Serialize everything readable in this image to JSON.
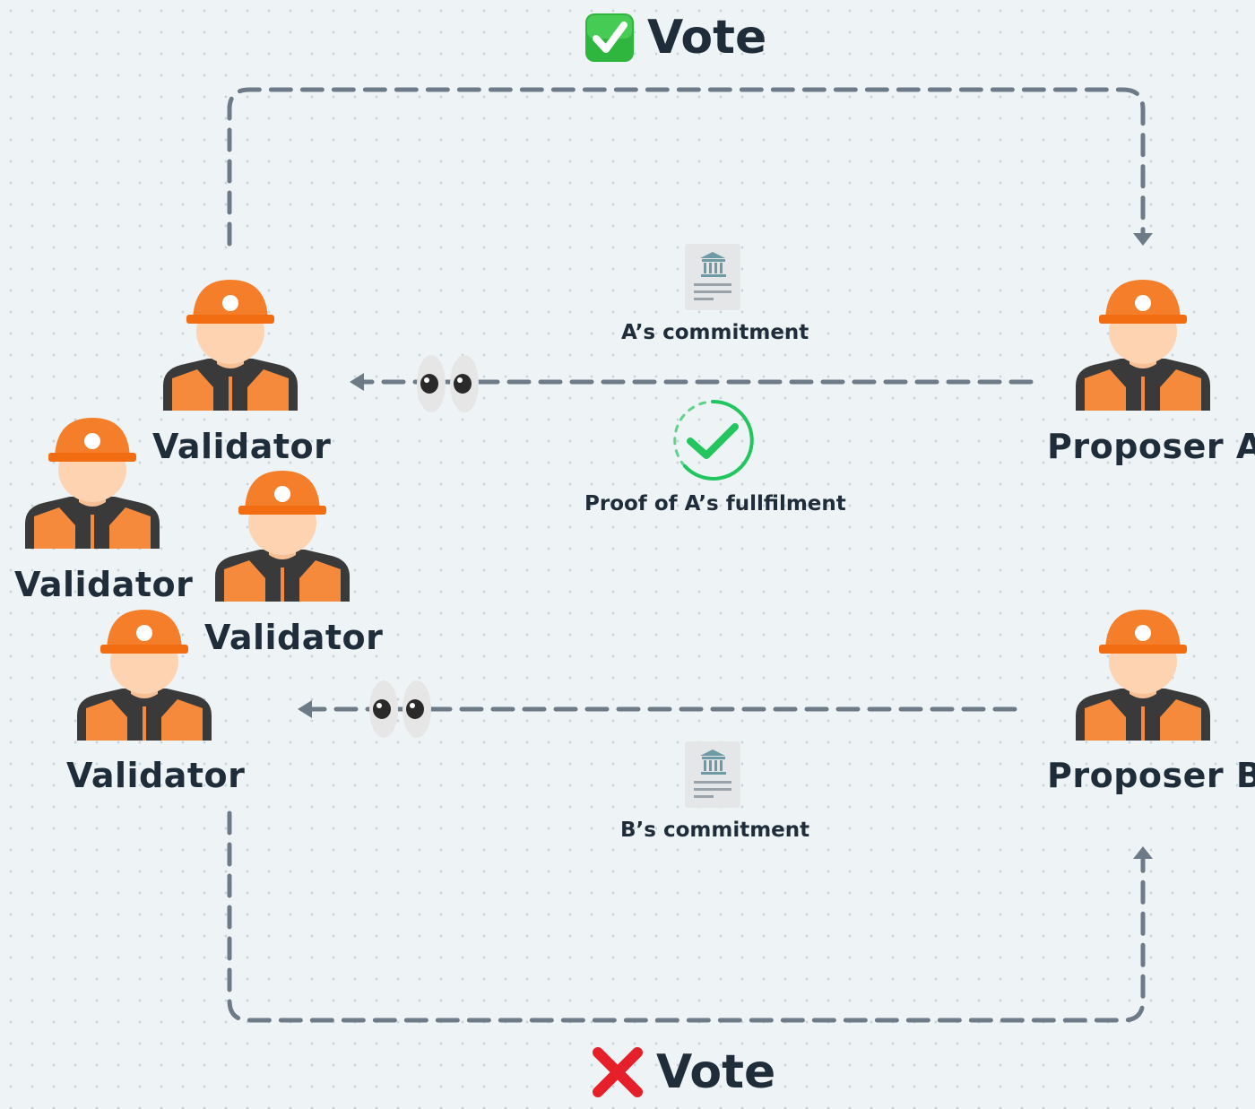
{
  "title_top": {
    "emoji": "check-mark-button-emoji",
    "text": "Vote"
  },
  "title_bottom": {
    "emoji": "cross-mark-emoji",
    "text": "Vote"
  },
  "validators": [
    {
      "label": "Validator"
    },
    {
      "label": "Validator"
    },
    {
      "label": "Validator"
    },
    {
      "label": "Validator"
    }
  ],
  "proposers": [
    {
      "label": "Proposer A"
    },
    {
      "label": "Proposer B"
    }
  ],
  "commitments": {
    "a": "A’s commitment",
    "b": "B’s commitment"
  },
  "proof": {
    "label": "Proof of A’s fullfilment",
    "icon": "check-circle-icon"
  },
  "colors": {
    "background": "#eef3f6",
    "helmet": "#f57e2a",
    "skin": "#fdd3b2",
    "vest": "#f58a3c",
    "shirt": "#3a3a3a",
    "dashed_line": "#6d7b88",
    "check_green": "#22c55e",
    "cross_red": "#e5202b",
    "text": "#1f2d3a"
  }
}
